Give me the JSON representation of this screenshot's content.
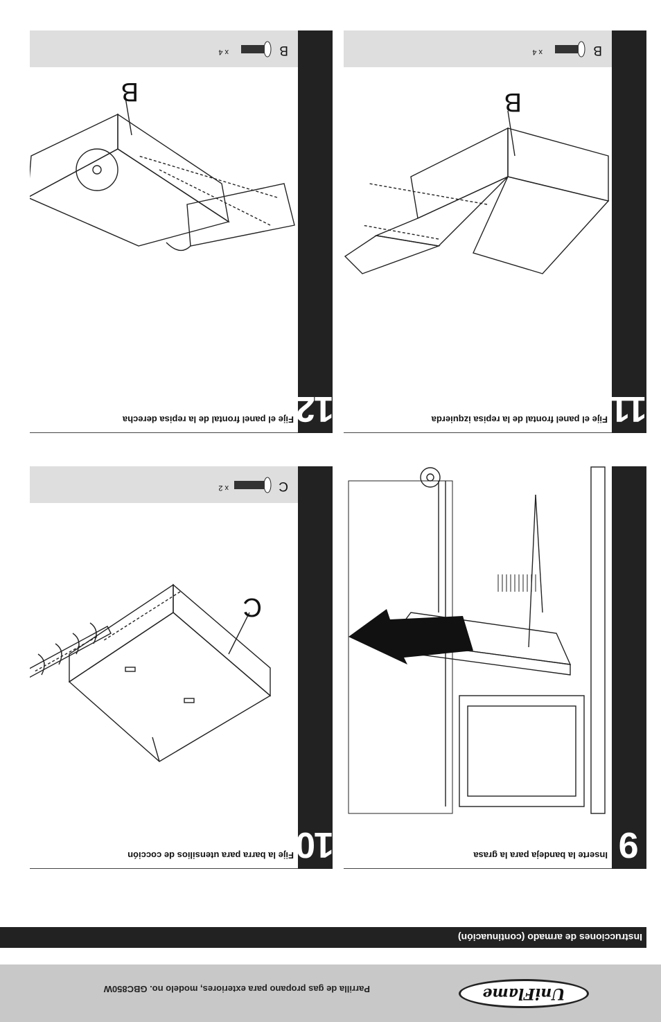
{
  "footer": {
    "brand": "UniFlame",
    "model_line": "Parrilla de gas propano para exteriores, modelo no. GBC850W"
  },
  "banner": {
    "text": "Instrucciones de armado (continuación)"
  },
  "steps": [
    {
      "number": "9",
      "title": "Inserte la bandeja para la grasa"
    },
    {
      "number": "10",
      "title": "Fije la barra para utensilios de cocción",
      "hardware": {
        "letter": "C",
        "qty": "x 2"
      },
      "callout": "C"
    },
    {
      "number": "11",
      "title": "Fije el panel frontal de la repisa izquierda",
      "hardware": {
        "letter": "B",
        "qty": "x 4"
      },
      "callout": "B"
    },
    {
      "number": "12",
      "title": "Fije el panel frontal de la repisa derecha",
      "hardware": {
        "letter": "B",
        "qty": "x 4"
      },
      "callout": "B"
    }
  ]
}
